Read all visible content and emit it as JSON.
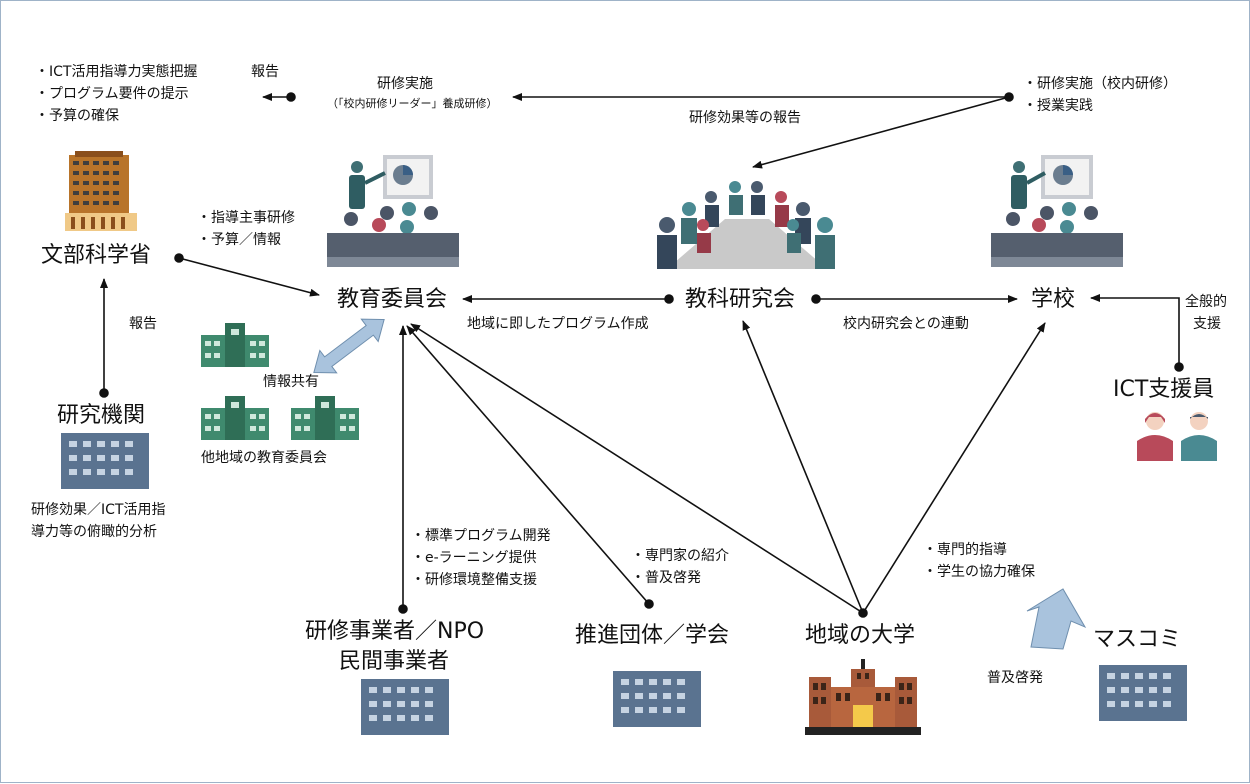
{
  "nodes": {
    "mext": "文部科学省",
    "board": "教育委員会",
    "study_group": "教科研究会",
    "school": "学校",
    "research_inst": "研究機関",
    "ict_support": "ICT支援員",
    "training_company": "研修事業者／NPO",
    "private_company": "民間事業者",
    "promotion_body": "推進団体／学会",
    "university": "地域の大学",
    "mass_media": "マスコミ",
    "other_boards": "他地域の教育委員会"
  },
  "labels": {
    "mext_tasks": [
      "・ICT活用指導力実態把握",
      "・プログラム要件の提示",
      "・予算の確保"
    ],
    "mext_report": "報告",
    "training_impl": "研修実施",
    "leader_training": "（「校内研修リーダー」養成研修）",
    "school_tasks": [
      "・研修実施（校内研修）",
      "・授業実践"
    ],
    "effect_report": "研修効果等の報告",
    "board_tasks": [
      "・指導主事研修",
      "・予算／情報"
    ],
    "research_report": "報告",
    "regional_program": "地域に即したプログラム作成",
    "school_link": "校内研究会との連動",
    "general_support": [
      "全般的",
      "支援"
    ],
    "info_share": "情報共有",
    "analysis": [
      "研修効果／ICT活用指",
      "導力等の俯瞰的分析"
    ],
    "company_tasks": [
      "・標準プログラム開発",
      "・e-ラーニング提供",
      "・研修環境整備支援"
    ],
    "promotion_tasks": [
      "・専門家の紹介",
      "・普及啓発"
    ],
    "univ_tasks": [
      "・専門的指導",
      "・学生の協力確保"
    ],
    "media_task": "普及啓発"
  },
  "colors": {
    "building_blue": "#5a7390",
    "school_green": "#3f8a6e",
    "university_brown": "#a85a3a",
    "people_red": "#b84a5a",
    "people_teal": "#4a8a92",
    "arrow_fill": "#a9c3dd",
    "frame": "#9fb3c8"
  },
  "icons": [
    "ministry-building-icon",
    "lecture-scene-icon",
    "meeting-scene-icon",
    "classroom-scene-icon",
    "school-building-icon",
    "office-building-icon",
    "university-building-icon",
    "people-icon",
    "broadcast-arrow-icon"
  ]
}
